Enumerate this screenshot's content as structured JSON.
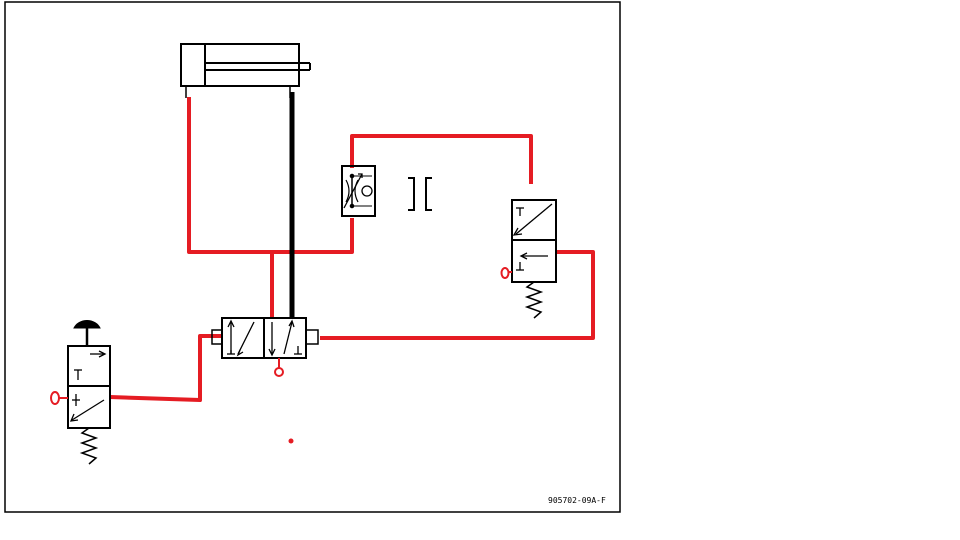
{
  "diagram": {
    "reference_code": "905702-09A-F",
    "colors": {
      "frame": "#000000",
      "line_pressure": "#e51c23",
      "line_exhaust": "#000000",
      "background": "#ffffff"
    },
    "components": [
      {
        "id": "double-acting-cylinder",
        "kind": "cylinder"
      },
      {
        "id": "flow-control-valve",
        "kind": "one-way-flow-control"
      },
      {
        "id": "valve-5-2-main",
        "kind": "5/2 directional valve"
      },
      {
        "id": "valve-3-2-pushbutton",
        "kind": "3/2 valve, pushbutton, spring return"
      },
      {
        "id": "valve-3-2-right",
        "kind": "3/2 valve, spring return"
      }
    ]
  }
}
